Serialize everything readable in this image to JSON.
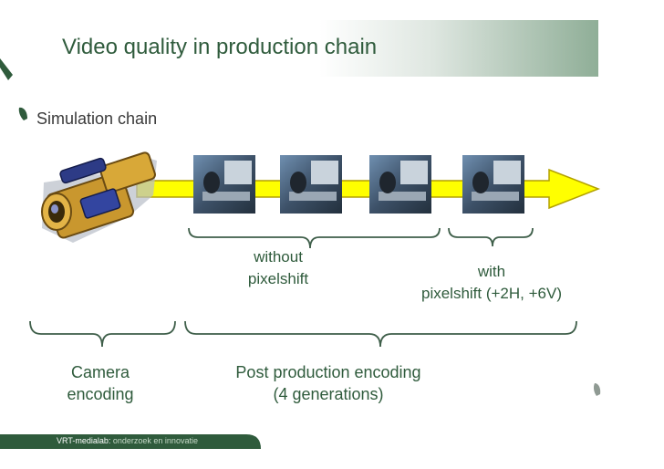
{
  "title": "Video quality in production chain",
  "subtitle": "Simulation chain",
  "labels": {
    "without_line1": "without",
    "without_line2": "pixelshift",
    "with_line1": "with",
    "with_line2": "pixelshift (+2H, +6V)",
    "camera_line1": "Camera",
    "camera_line2": "encoding",
    "post_line1": "Post production encoding",
    "post_line2": "(4 generations)"
  },
  "footer": {
    "brand": "VRT-medialab:",
    "tagline": "onderzoek en innovatie"
  },
  "colors": {
    "title": "#2f5b3c",
    "arrow_fill": "#ffff00",
    "arrow_stroke": "#b3a100",
    "brace": "#3f5f4a"
  },
  "icons": [
    "video-camera-icon",
    "editing-workstation-icon"
  ]
}
